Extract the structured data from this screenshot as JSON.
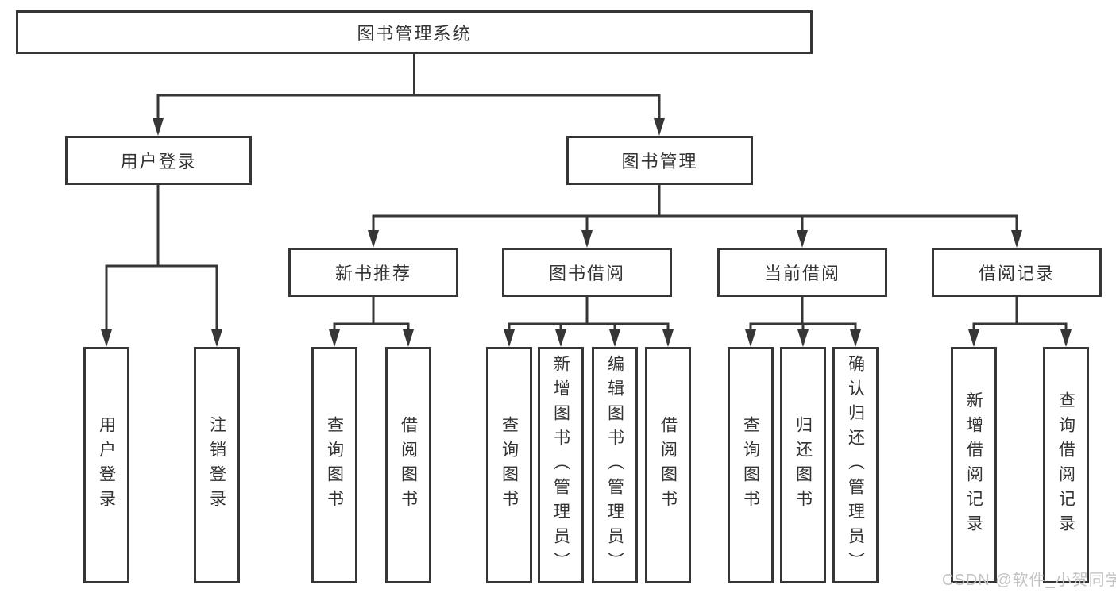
{
  "diagram": {
    "nodes": {
      "root": {
        "label": "图书管理系统"
      },
      "user_login": {
        "label": "用户登录"
      },
      "book_management": {
        "label": "图书管理"
      },
      "new_book_recommend": {
        "label": "新书推荐"
      },
      "book_borrowing": {
        "label": "图书借阅"
      },
      "current_borrowing": {
        "label": "当前借阅"
      },
      "borrowing_records": {
        "label": "借阅记录"
      },
      "ul_user_login": {
        "label": "用户登录"
      },
      "ul_logout": {
        "label": "注销登录"
      },
      "nb_query_books": {
        "label": "查询图书"
      },
      "nb_borrow_books": {
        "label": "借阅图书"
      },
      "bb_query_books": {
        "label": "查询图书"
      },
      "bb_add_books": {
        "label": "新增图书（管理员）"
      },
      "bb_edit_books": {
        "label": "编辑图书（管理员）"
      },
      "bb_borrow_books": {
        "label": "借阅图书"
      },
      "cb_query_books": {
        "label": "查询图书"
      },
      "cb_return_books": {
        "label": "归还图书"
      },
      "cb_confirm_return": {
        "label": "确认归还（管理员）"
      },
      "br_add_record": {
        "label": "新增借阅记录"
      },
      "br_query_record": {
        "label": "查询借阅记录"
      }
    }
  },
  "watermark": {
    "text": "CSDN @软件_小贺同学"
  },
  "colors": {
    "line": "#363636",
    "text": "#333333",
    "watermark": "#c3c3c3",
    "background": "#ffffff"
  }
}
